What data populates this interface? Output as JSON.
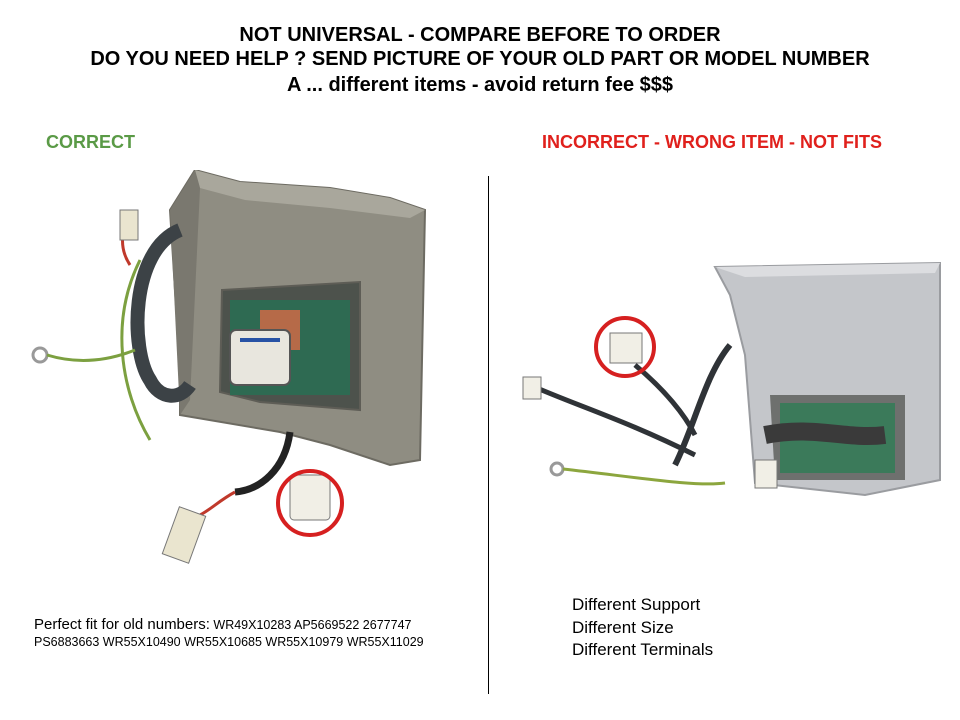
{
  "header": {
    "line1": "NOT UNIVERSAL - COMPARE BEFORE TO ORDER",
    "line2": "DO YOU NEED HELP ? SEND PICTURE OF YOUR OLD PART OR MODEL NUMBER",
    "line3": "A ... different items  - avoid return fee $$$"
  },
  "correct": {
    "label": "CORRECT",
    "label_color": "#5a9a46",
    "fit_lead": "Perfect fit for old numbers:",
    "fit_numbers": "WR49X10283 AP5669522 2677747 PS6883663 WR55X10490 WR55X10685 WR55X10979 WR55X11029"
  },
  "incorrect": {
    "label": "INCORRECT - WRONG ITEM - NOT FITS",
    "label_color": "#e0201c",
    "differences": [
      "Different Support",
      "Different Size",
      "Different Terminals"
    ]
  }
}
